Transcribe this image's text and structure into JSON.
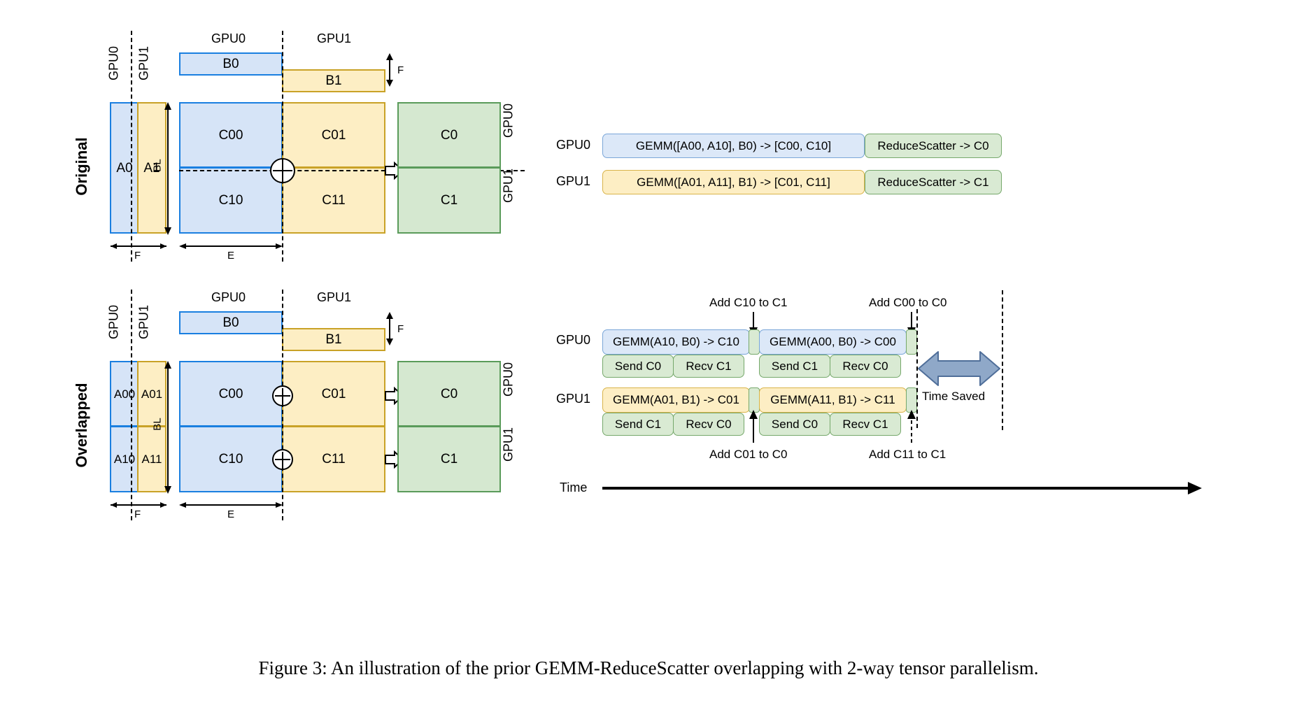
{
  "figure": {
    "caption": "Figure 3: An illustration of the prior GEMM-ReduceScatter overlapping with 2-way tensor parallelism.",
    "row_titles": {
      "original": "Original",
      "overlapped": "Overlapped"
    }
  },
  "diagram_original": {
    "a_header_left": "GPU0",
    "a_header_right": "GPU1",
    "a_blocks": [
      "A0",
      "A1"
    ],
    "b_header_left": "GPU0",
    "b_header_right": "GPU1",
    "b_blocks": [
      "B0",
      "B1"
    ],
    "c_blocks": [
      "C00",
      "C01",
      "C10",
      "C11"
    ],
    "out_blocks": [
      "C0",
      "C1"
    ],
    "out_side_labels": [
      "GPU0",
      "GPU1"
    ],
    "dim_F_left": "F",
    "dim_F_right": "F",
    "dim_BL": "BL",
    "dim_E": "E"
  },
  "diagram_overlapped": {
    "a_header_left": "GPU0",
    "a_header_right": "GPU1",
    "a_blocks": [
      "A00",
      "A01",
      "A10",
      "A11"
    ],
    "b_header_left": "GPU0",
    "b_header_right": "GPU1",
    "b_blocks": [
      "B0",
      "B1"
    ],
    "c_blocks": [
      "C00",
      "C01",
      "C10",
      "C11"
    ],
    "out_blocks": [
      "C0",
      "C1"
    ],
    "out_side_labels": [
      "GPU0",
      "GPU1"
    ],
    "dim_F_left": "F",
    "dim_F_right": "F",
    "dim_BL": "BL",
    "dim_E": "E"
  },
  "timeline_original": {
    "rows": [
      {
        "label": "GPU0",
        "gemm": "GEMM([A00, A10], B0) -> [C00, C10]",
        "comm": "ReduceScatter -> C0"
      },
      {
        "label": "GPU1",
        "gemm": "GEMM([A01, A11], B1) -> [C01, C11]",
        "comm": "ReduceScatter -> C1"
      }
    ]
  },
  "timeline_overlapped": {
    "rows": [
      {
        "label": "GPU0",
        "gemms": [
          "GEMM(A10, B0) -> C10",
          "GEMM(A00, B0) -> C00"
        ],
        "comms": [
          "Send C0",
          "Recv C1",
          "Send C1",
          "Recv C0"
        ],
        "annotations_above": [
          "Add C10 to C1",
          "Add C00 to C0"
        ]
      },
      {
        "label": "GPU1",
        "gemms": [
          "GEMM(A01, B1) -> C01",
          "GEMM(A11, B1) -> C11"
        ],
        "comms": [
          "Send C1",
          "Recv C0",
          "Send C0",
          "Recv C1"
        ],
        "annotations_below": [
          "Add C01 to C0",
          "Add C11 to C1"
        ]
      }
    ],
    "time_saved_label": "Time Saved",
    "time_axis_label": "Time"
  },
  "colors": {
    "blue_fill": "#d6e4f7",
    "blue_stroke": "#1a7fe0",
    "yellow_fill": "#fdeec4",
    "yellow_stroke": "#c9a227",
    "green_fill": "#d5e8d0",
    "green_stroke": "#5a9b5a",
    "arrow_gray": "#8fa8c8"
  }
}
